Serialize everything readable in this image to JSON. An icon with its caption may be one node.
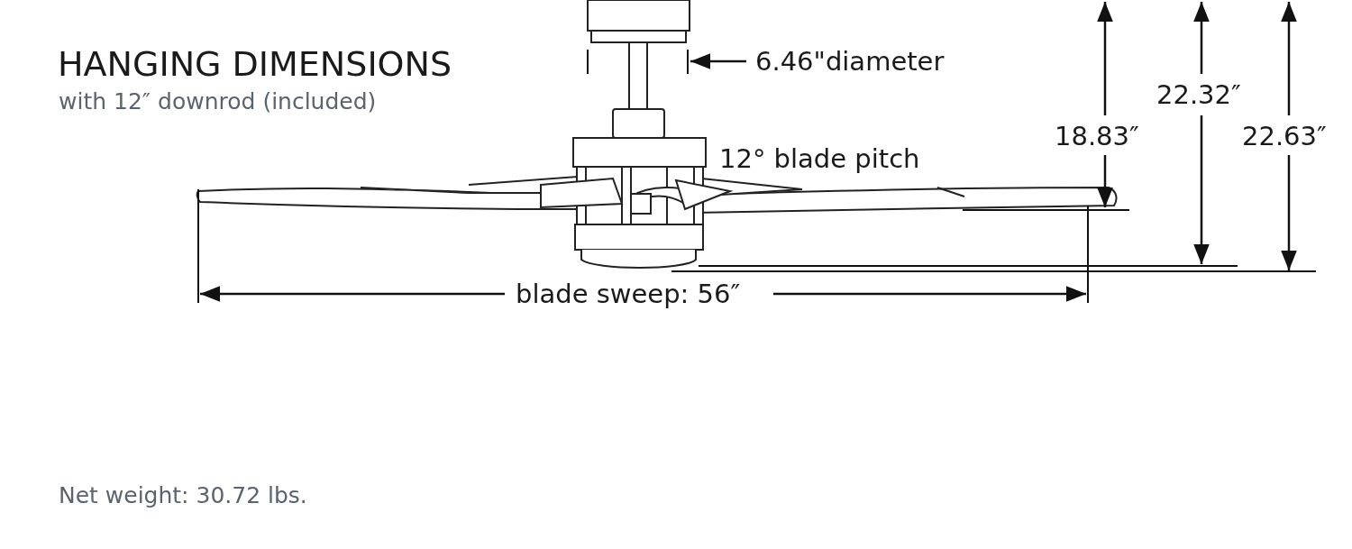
{
  "diagram": {
    "title": "HANGING DIMENSIONS",
    "labels": [
      "with 12″ downrod (included)",
      "6.46\"diameter",
      "22.32″",
      "18.83″",
      "22.63″",
      "12° blade pitch",
      "blade sweep: 56″",
      "Net weight: 30.72 lbs."
    ]
  }
}
